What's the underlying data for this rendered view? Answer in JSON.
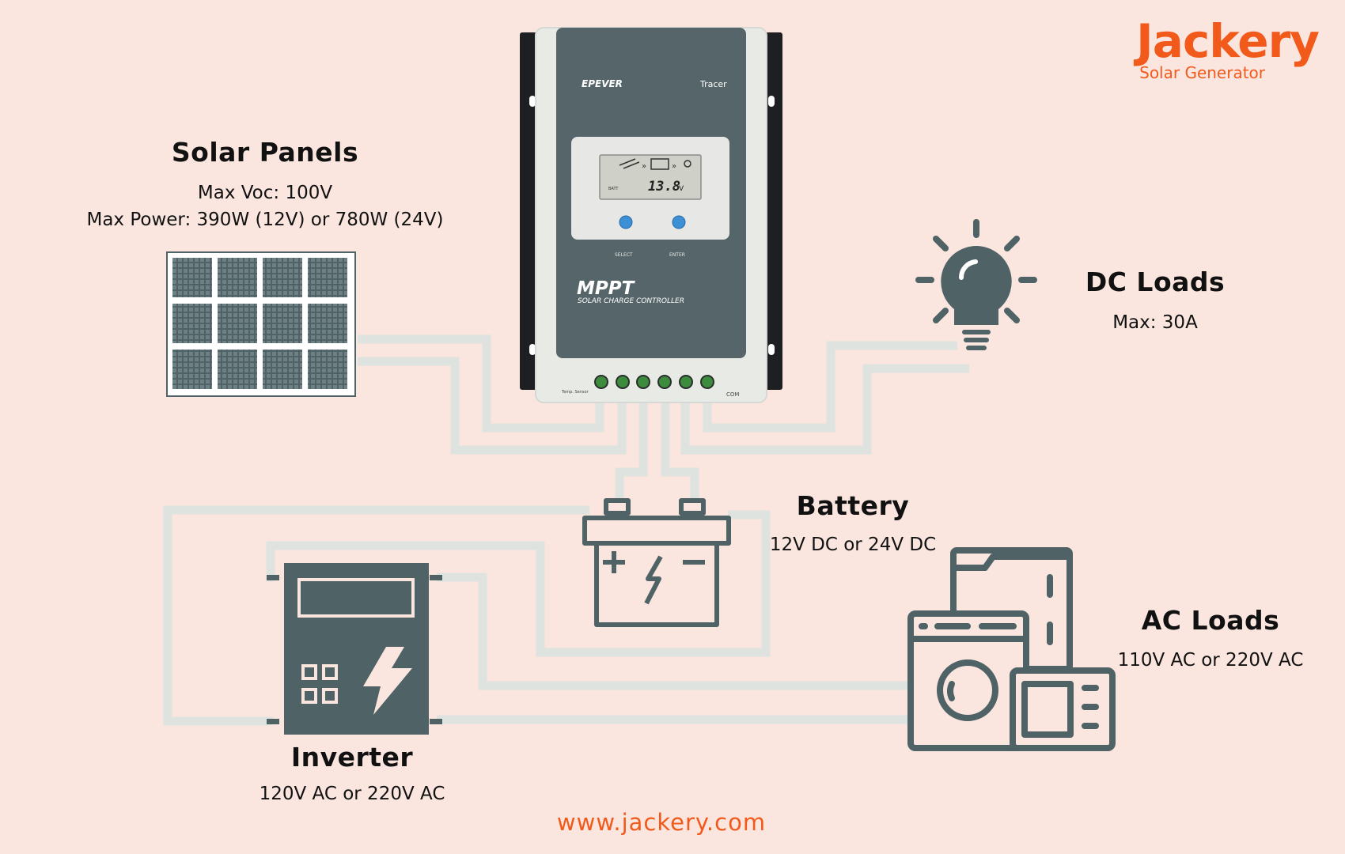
{
  "brand": {
    "name": "Jackery",
    "tagline": "Solar Generator"
  },
  "website": "www.jackery.com",
  "colors": {
    "background": "#fae6df",
    "accent": "#f25a1c",
    "icon": "#4f6266",
    "wire": "#dfe3df"
  },
  "controller": {
    "maker": "EPEVER",
    "model": "Tracer",
    "type": "MPPT",
    "subtitle": "SOLAR CHARGE CONTROLLER",
    "lcd_value": "13.8",
    "lcd_unit": "V",
    "lcd_tag": "BATT",
    "buttons": [
      "SELECT",
      "ENTER"
    ],
    "port_labels": {
      "temp": "Temp. Sensor",
      "com": "COM"
    }
  },
  "nodes": {
    "solar": {
      "title": "Solar Panels",
      "lines": [
        "Max Voc: 100V",
        "Max Power: 390W (12V) or 780W (24V)"
      ],
      "icon": "solar-panel-icon"
    },
    "dc_loads": {
      "title": "DC Loads",
      "lines": [
        "Max: 30A"
      ],
      "icon": "light-bulb-icon"
    },
    "battery": {
      "title": "Battery",
      "lines": [
        "12V DC or 24V DC"
      ],
      "icon": "battery-icon"
    },
    "ac_loads": {
      "title": "AC Loads",
      "lines": [
        "110V AC or 220V AC"
      ],
      "icon": "appliances-icon"
    },
    "inverter": {
      "title": "Inverter",
      "lines": [
        "120V AC or 220V AC"
      ],
      "icon": "inverter-icon"
    }
  }
}
